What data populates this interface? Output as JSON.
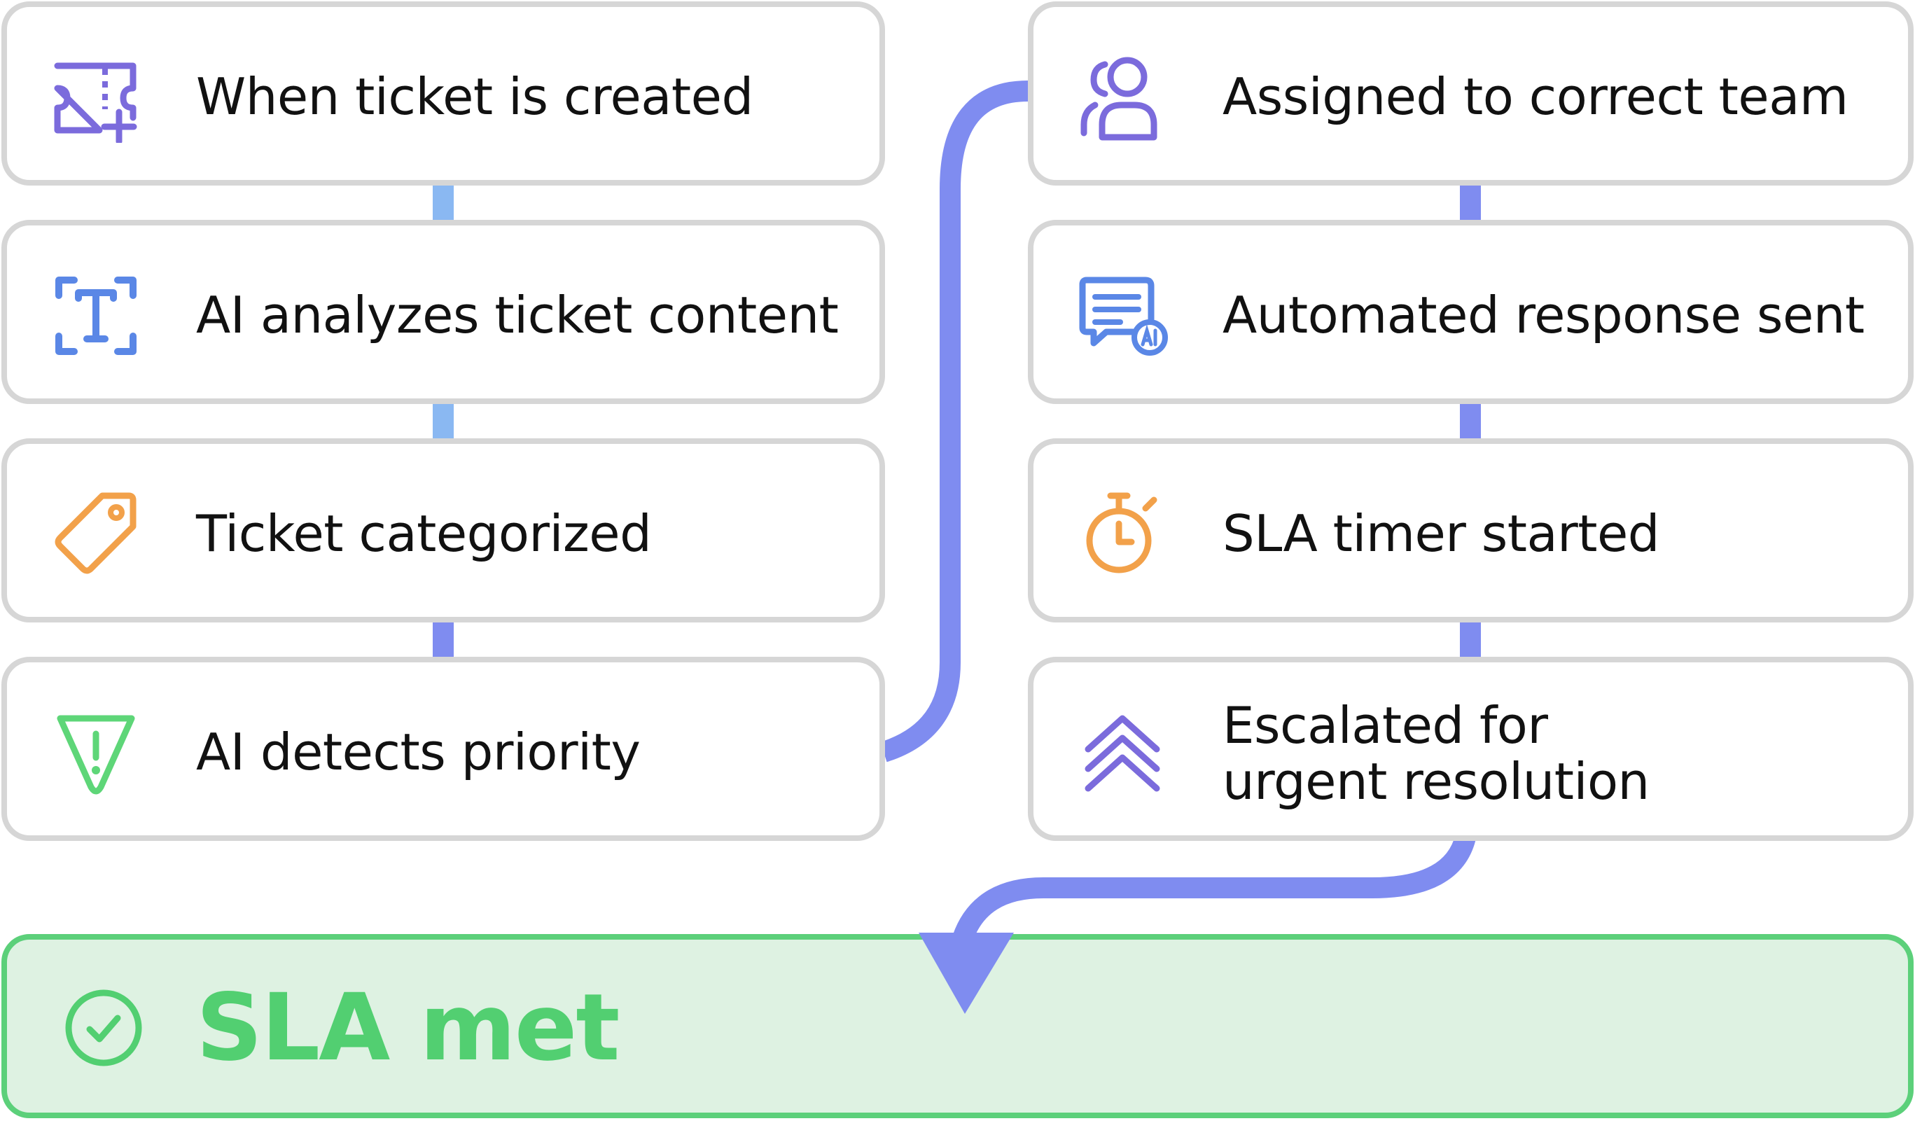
{
  "colors": {
    "card_border": "#d6d6d6",
    "connector_light_blue": "#8ab8f2",
    "connector_indigo": "#7f8cf0",
    "success_green": "#52cf71",
    "success_fill": "#def2e2",
    "icon_purple": "#7b6bdc",
    "icon_blue": "#5a87e6",
    "icon_orange": "#f2a14a",
    "icon_green": "#5ed678"
  },
  "left_steps": [
    {
      "label": "When ticket is created",
      "icon": "ticket-add-icon"
    },
    {
      "label": "AI analyzes ticket content",
      "icon": "text-scan-icon"
    },
    {
      "label": "Ticket categorized",
      "icon": "tag-icon"
    },
    {
      "label": "AI detects priority",
      "icon": "priority-alert-icon"
    }
  ],
  "right_steps": [
    {
      "label": "Assigned to correct team",
      "icon": "team-users-icon"
    },
    {
      "label": "Automated response sent",
      "icon": "ai-chat-message-icon"
    },
    {
      "label": "SLA timer started",
      "icon": "stopwatch-icon"
    },
    {
      "label": "Escalated for urgent resolution",
      "icon": "double-chevron-up-icon"
    }
  ],
  "outcome": {
    "label": "SLA met",
    "icon": "check-circle-icon"
  }
}
